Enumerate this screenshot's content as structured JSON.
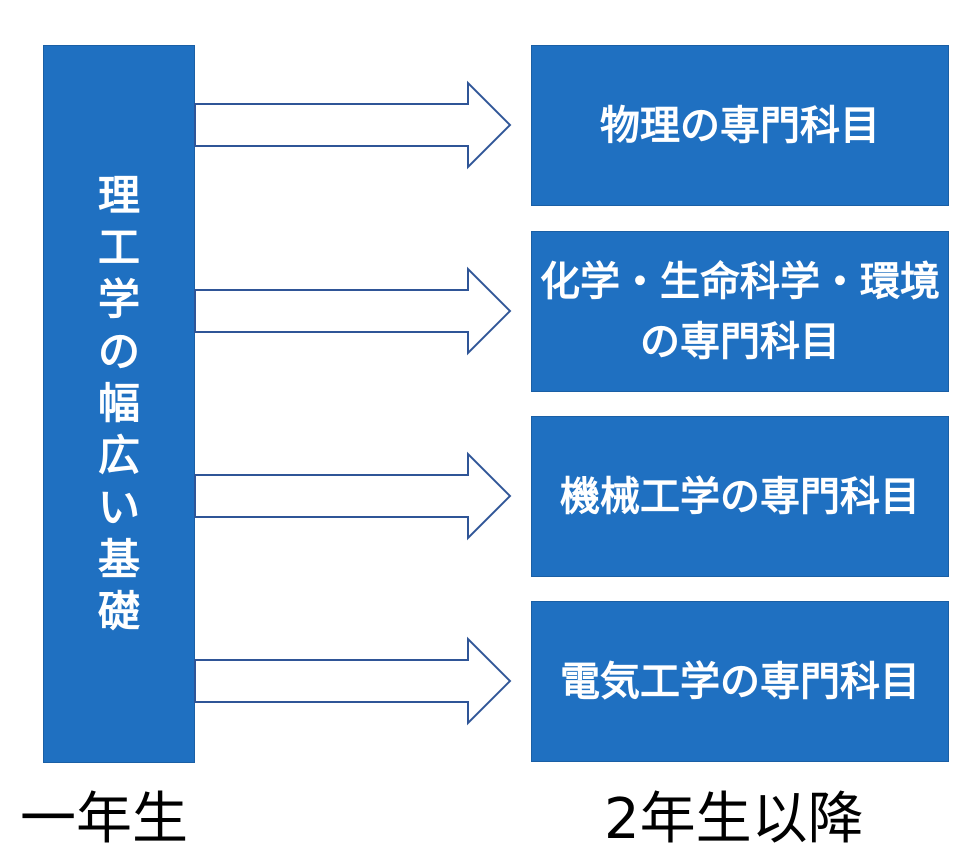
{
  "left_block": {
    "label": "理工学の幅広い基礎"
  },
  "right_blocks": [
    {
      "label": "物理の専門科目"
    },
    {
      "label": "化学・生命科学・環境の専門科目"
    },
    {
      "label": "機械工学の専門科目"
    },
    {
      "label": "電気工学の専門科目"
    }
  ],
  "footer": {
    "left": "一年生",
    "right": "2年生以降"
  },
  "colors": {
    "box_fill": "#1f70c1",
    "arrow_stroke": "#2f5597",
    "text_on_box": "#ffffff"
  }
}
